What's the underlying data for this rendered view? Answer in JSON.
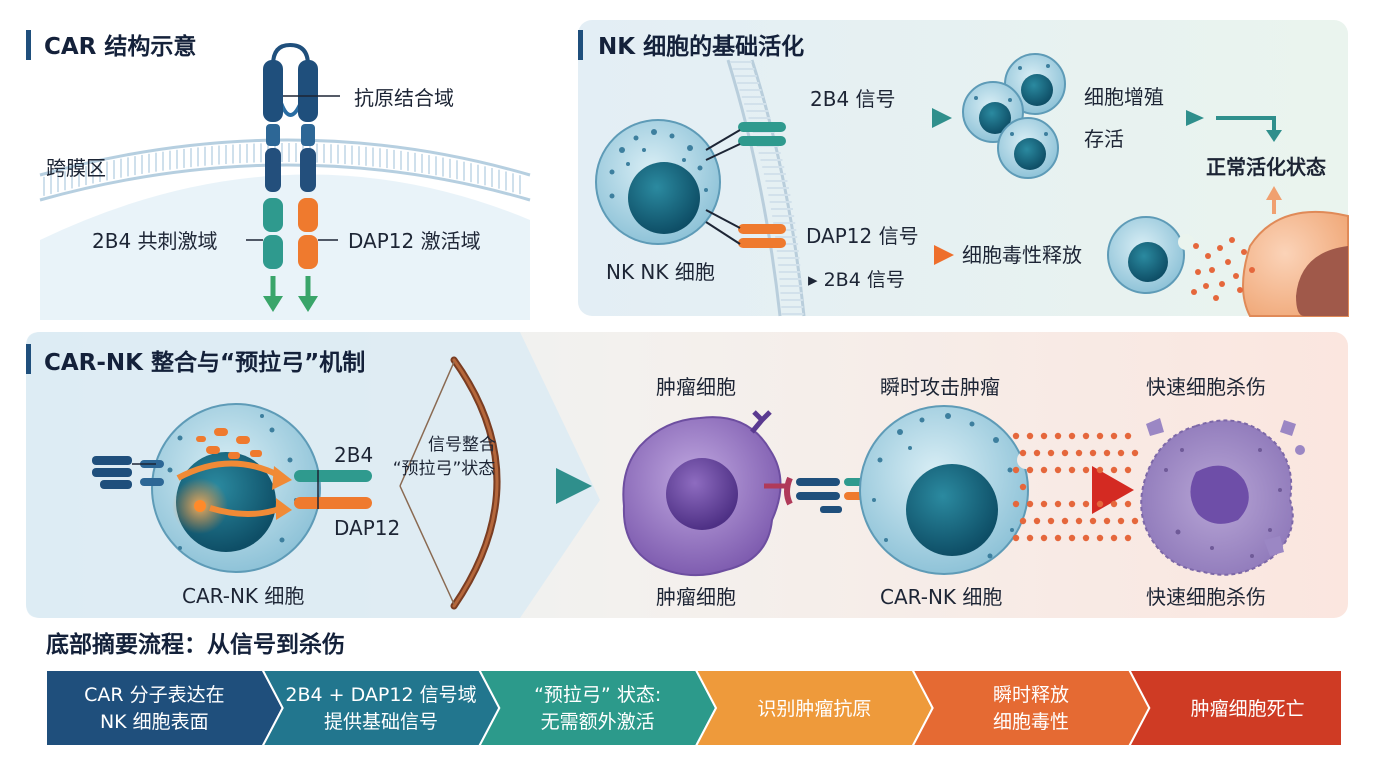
{
  "car_panel": {
    "title": "CAR 结构示意",
    "antigen_binding": "抗原结合域",
    "transmembrane": "跨膜区",
    "costim_2b4": "2B4 共刺激域",
    "dap12_activation": "DAP12 激活域"
  },
  "nk_panel": {
    "title": "NK 细胞的基础活化",
    "signal_2b4": "2B4 信号",
    "signal_dap12": "DAP12 信号",
    "signal_2b4_sub": "▸ 2B4 信号",
    "nk_cell": "NK NK 细胞",
    "proliferation": "细胞增殖",
    "survival": "存活",
    "normal_state": "正常活化状态",
    "cytotoxic_release": "细胞毒性释放"
  },
  "mech_panel": {
    "title": "CAR-NK 整合与“预拉弓”机制",
    "label_2b4": "2B4",
    "label_dap12": "DAP12",
    "car_nk_cell": "CAR-NK 细胞",
    "integration_line1": "信号整合",
    "integration_line2": "“预拉弓”状态",
    "tumor_top": "肿瘤细胞",
    "attack_top": "瞬时攻击肿瘤",
    "kill_top": "快速细胞杀伤",
    "tumor_bottom": "肿瘤细胞",
    "carnk_bottom": "CAR-NK 细胞",
    "kill_bottom": "快速细胞杀伤"
  },
  "summary": {
    "title": "底部摘要流程：从信号到杀伤",
    "steps": [
      {
        "line1": "CAR 分子表达在",
        "line2": "NK 细胞表面",
        "color": "#1f4f7c"
      },
      {
        "line1": "2B4 + DAP12 信号域",
        "line2": "提供基础信号",
        "color": "#22768e"
      },
      {
        "line1": "“预拉弓” 状态:",
        "line2": "无需额外激活",
        "color": "#2c9a8b"
      },
      {
        "line1": "识别肿瘤抗原",
        "line2": "",
        "color": "#ee9a3b"
      },
      {
        "line1": "瞬时释放",
        "line2": "细胞毒性",
        "color": "#e56a33"
      },
      {
        "line1": "肿瘤细胞死亡",
        "line2": "",
        "color": "#cf3b24"
      }
    ]
  },
  "colors": {
    "navy": "#1f4f7c",
    "teal": "#2f9a8e",
    "orange": "#ef7a2e",
    "red": "#d9302a",
    "tumor_purple": "#8a6bb8"
  }
}
